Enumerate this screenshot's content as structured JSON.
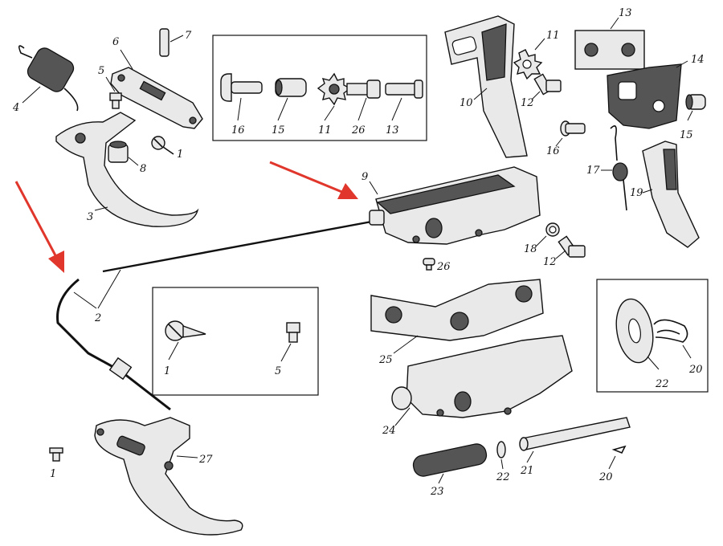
{
  "labels": [
    {
      "id": "l7",
      "text": "7"
    },
    {
      "id": "l6",
      "text": "6"
    },
    {
      "id": "l5a",
      "text": "5"
    },
    {
      "id": "l4",
      "text": "4"
    },
    {
      "id": "l8",
      "text": "8"
    },
    {
      "id": "l1a",
      "text": "1"
    },
    {
      "id": "l3",
      "text": "3"
    },
    {
      "id": "l2",
      "text": "2"
    },
    {
      "id": "l1b",
      "text": "1"
    },
    {
      "id": "l5b",
      "text": "5"
    },
    {
      "id": "l1c",
      "text": "1"
    },
    {
      "id": "l27",
      "text": "27"
    },
    {
      "id": "b16",
      "text": "16"
    },
    {
      "id": "b15",
      "text": "15"
    },
    {
      "id": "b11",
      "text": "11"
    },
    {
      "id": "b26",
      "text": "26"
    },
    {
      "id": "b13",
      "text": "13"
    },
    {
      "id": "l9",
      "text": "9"
    },
    {
      "id": "l26",
      "text": "26"
    },
    {
      "id": "l18",
      "text": "18"
    },
    {
      "id": "l12b",
      "text": "12"
    },
    {
      "id": "l10",
      "text": "10"
    },
    {
      "id": "l11",
      "text": "11"
    },
    {
      "id": "l12a",
      "text": "12"
    },
    {
      "id": "l13",
      "text": "13"
    },
    {
      "id": "l14",
      "text": "14"
    },
    {
      "id": "l15",
      "text": "15"
    },
    {
      "id": "l16",
      "text": "16"
    },
    {
      "id": "l17",
      "text": "17"
    },
    {
      "id": "l19",
      "text": "19"
    },
    {
      "id": "l25",
      "text": "25"
    },
    {
      "id": "l24",
      "text": "24"
    },
    {
      "id": "l22a",
      "text": "22"
    },
    {
      "id": "l20a",
      "text": "20"
    },
    {
      "id": "l23",
      "text": "23"
    },
    {
      "id": "l22b",
      "text": "22"
    },
    {
      "id": "l21",
      "text": "21"
    },
    {
      "id": "l20b",
      "text": "20"
    }
  ],
  "colors": {
    "ink": "#111111",
    "highlight_arrow": "#e0362b",
    "fill_light": "#e9e9e9",
    "fill_dark": "#555555"
  }
}
